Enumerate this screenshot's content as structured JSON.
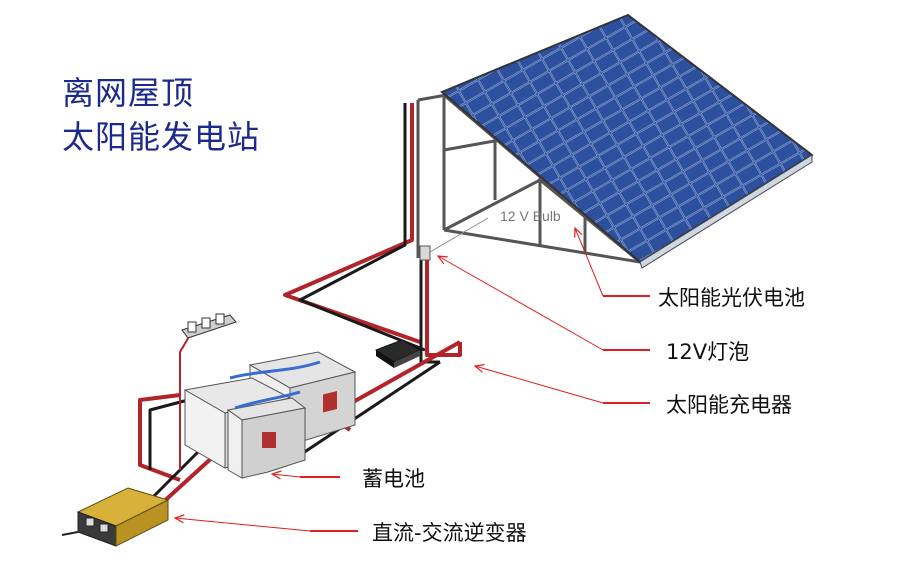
{
  "title": {
    "line1": "离网屋顶",
    "line2": "太阳能发电站"
  },
  "labels": {
    "solar_panel": "太阳能光伏电池",
    "bulb": "12V灯泡",
    "charger": "太阳能充电器",
    "battery": "蓄电池",
    "inverter": "直流-交流逆变器"
  },
  "bulb_caption": "12 V Bulb",
  "colors": {
    "title": "#1b2a8c",
    "pointer": "#e02020",
    "cable_red": "#b3242a",
    "cable_black": "#1a1a1a",
    "panel": "#1f3f8f",
    "inverter": "#c7a227"
  }
}
